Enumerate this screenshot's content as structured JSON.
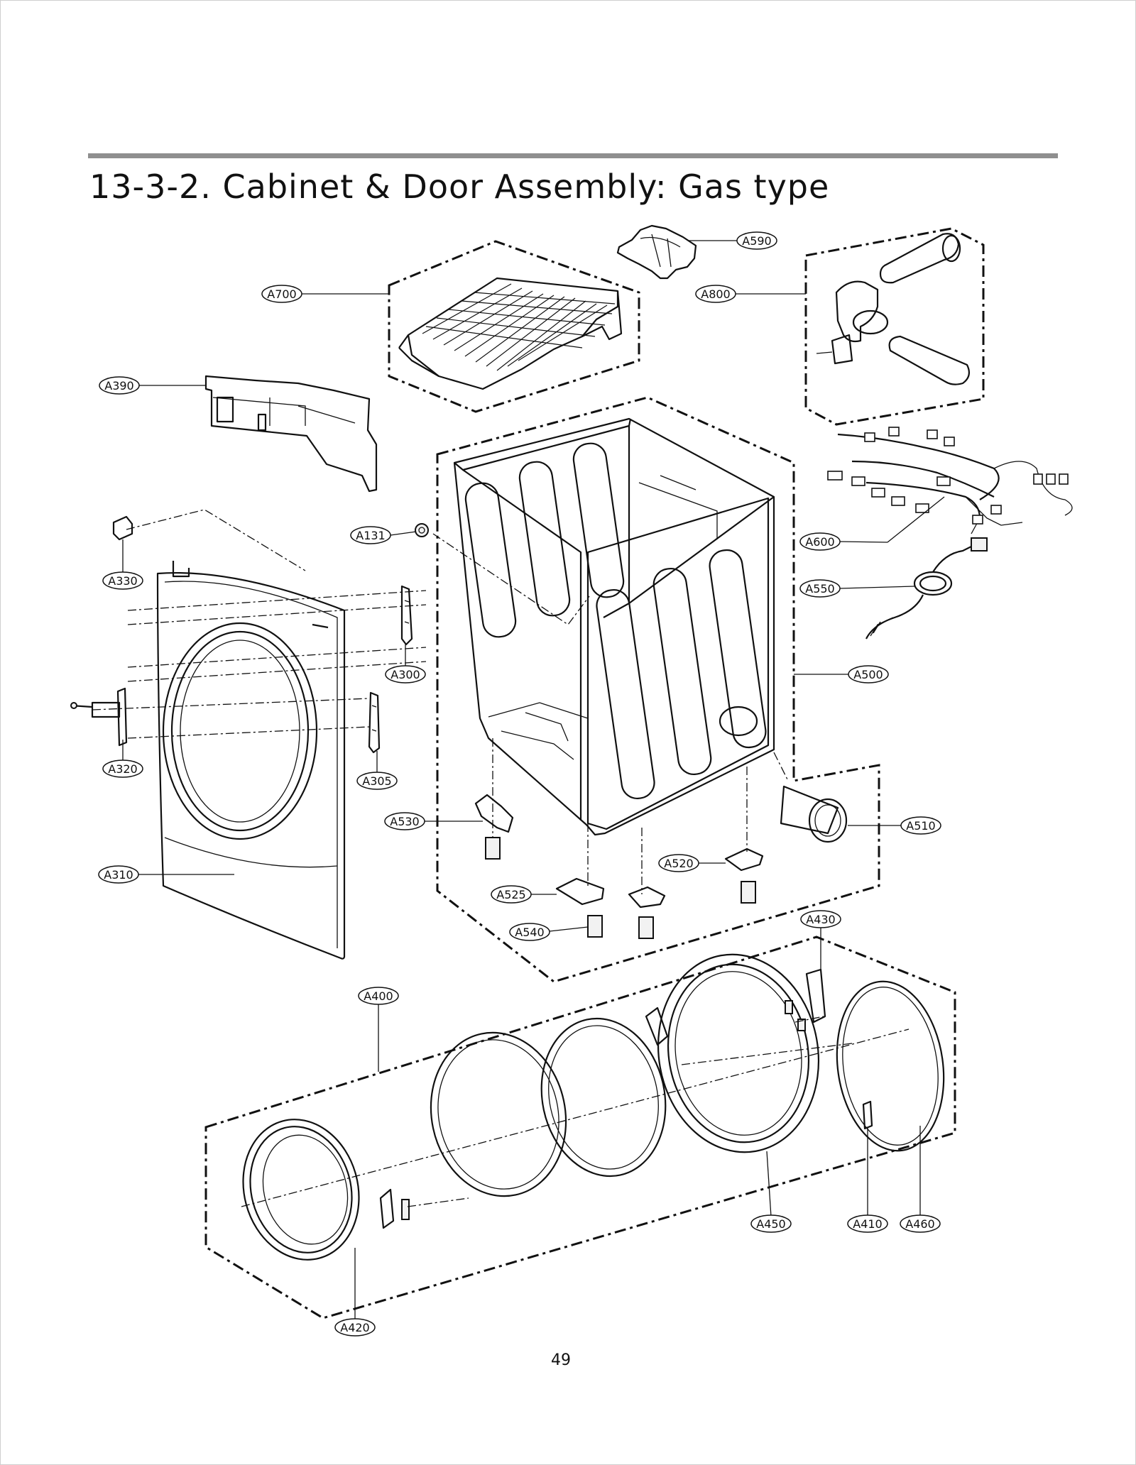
{
  "page": {
    "title": "13-3-2. Cabinet & Door Assembly: Gas type",
    "page_number": "49"
  },
  "callouts": {
    "A590": "A590",
    "A700": "A700",
    "A800": "A800",
    "A390": "A390",
    "A131": "A131",
    "A600": "A600",
    "A330": "A330",
    "A550": "A550",
    "A300": "A300",
    "A500": "A500",
    "A320": "A320",
    "A305": "A305",
    "A530": "A530",
    "A510": "A510",
    "A520": "A520",
    "A310": "A310",
    "A525": "A525",
    "A540": "A540",
    "A430": "A430",
    "A400": "A400",
    "A450": "A450",
    "A410": "A410",
    "A460": "A460",
    "A420": "A420"
  }
}
